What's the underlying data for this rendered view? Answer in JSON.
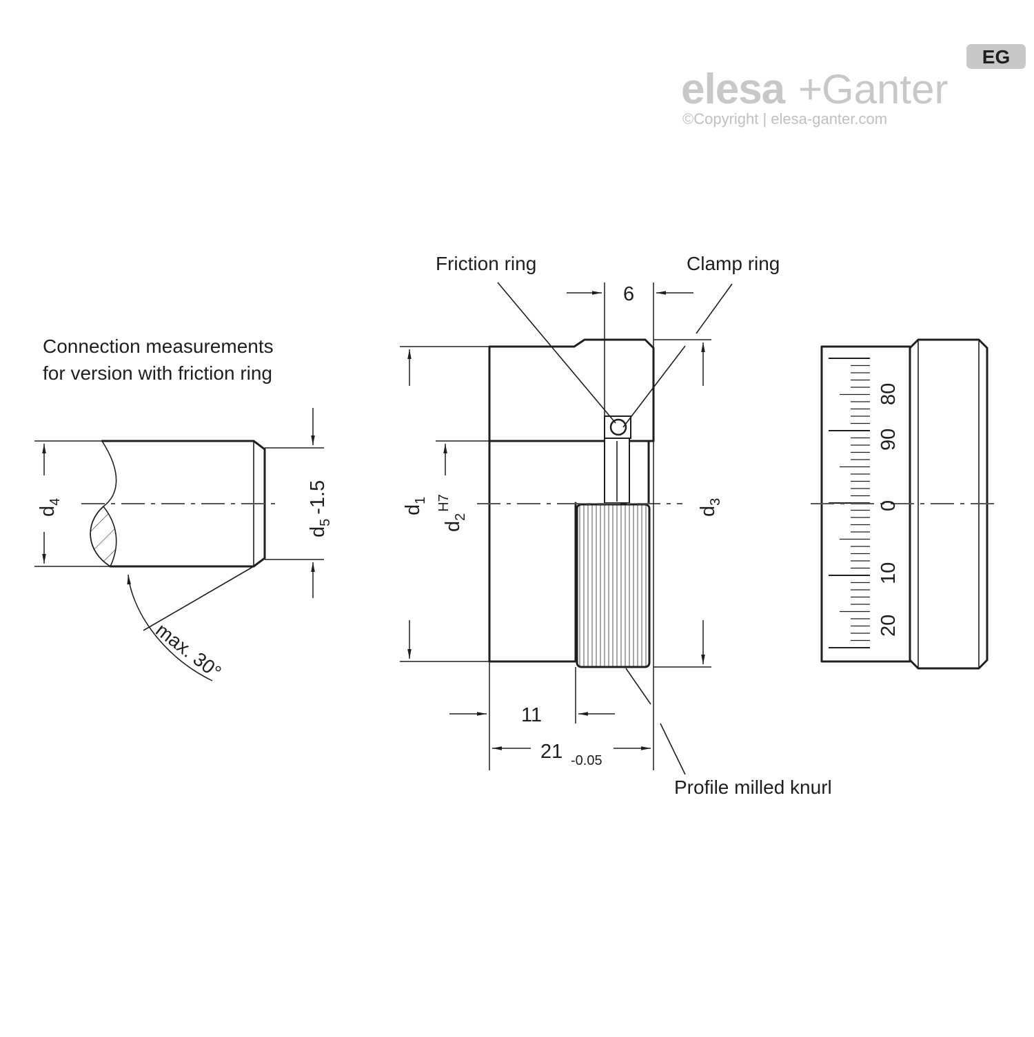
{
  "brand": {
    "badge": "EG",
    "logo_part1": "elesa",
    "logo_plus": "+",
    "logo_part2": "Ganter",
    "copyright": "©Copyright | elesa-ganter.com"
  },
  "caption": {
    "line1": "Connection measurements",
    "line2": "for version with friction ring"
  },
  "labels": {
    "friction_ring": "Friction ring",
    "clamp_ring": "Clamp ring",
    "knurl": "Profile milled knurl",
    "max_angle": "max. 30°"
  },
  "dimensions": {
    "d1": {
      "main": "d",
      "sub": "1"
    },
    "d2": {
      "main": "d",
      "sub": "2",
      "sup": "H7"
    },
    "d3": {
      "main": "d",
      "sub": "3"
    },
    "d4": {
      "main": "d",
      "sub": "4"
    },
    "d5": {
      "main": "d",
      "sub": "5",
      "tol": "-1.5"
    },
    "width_6": "6",
    "width_11": "11",
    "width_21": "21",
    "width_21_tol": "-0.05"
  },
  "scale_labels": [
    "80",
    "90",
    "0",
    "10",
    "20"
  ]
}
